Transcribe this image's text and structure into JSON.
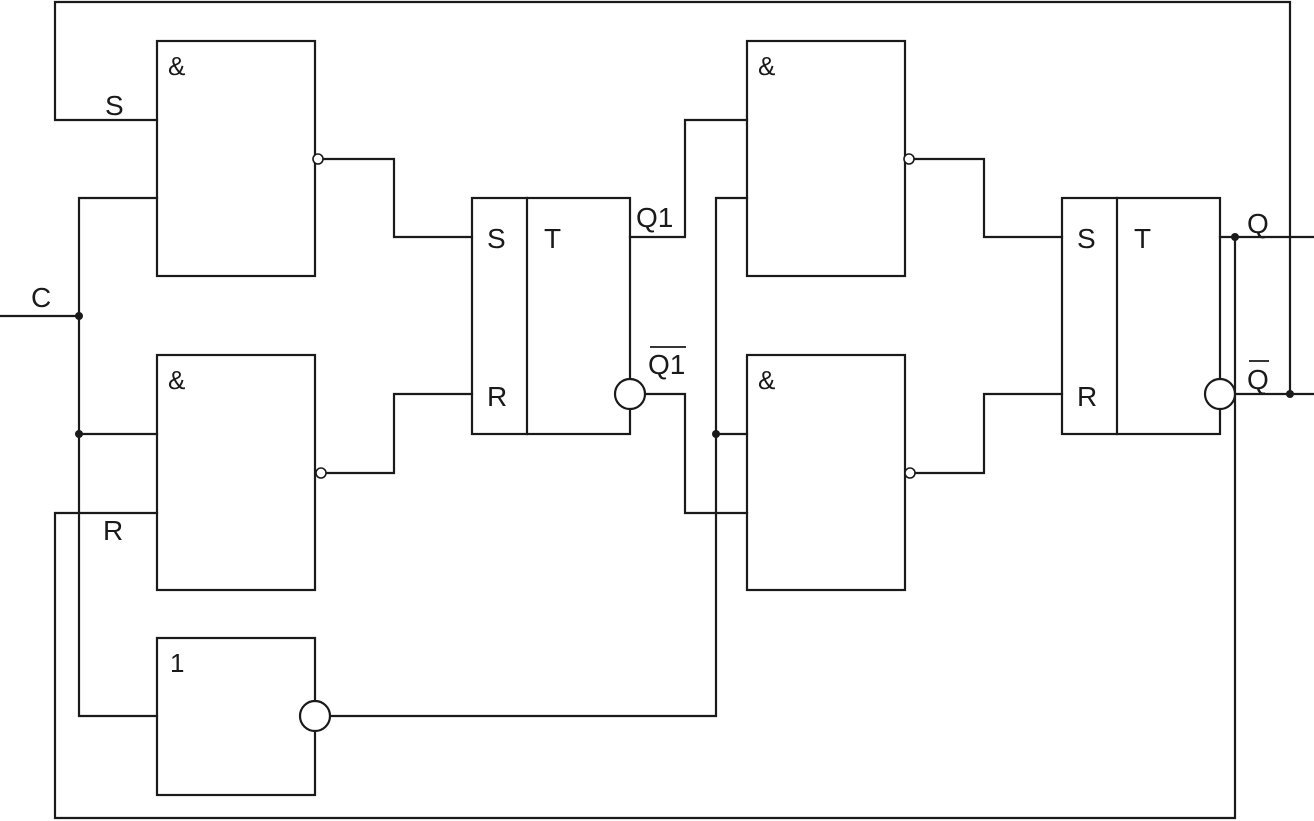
{
  "gates": {
    "and_top_left": "&",
    "and_bottom_left": "&",
    "and_top_right": "&",
    "and_bottom_right": "&",
    "not": "1"
  },
  "inputs": {
    "c": "C",
    "s": "S",
    "r": "R"
  },
  "flipflop1": {
    "s": "S",
    "t": "T",
    "r": "R",
    "q": "Q1",
    "qbar": "Q1"
  },
  "flipflop2": {
    "s": "S",
    "t": "T",
    "r": "R",
    "q": "Q",
    "qbar": "Q"
  }
}
